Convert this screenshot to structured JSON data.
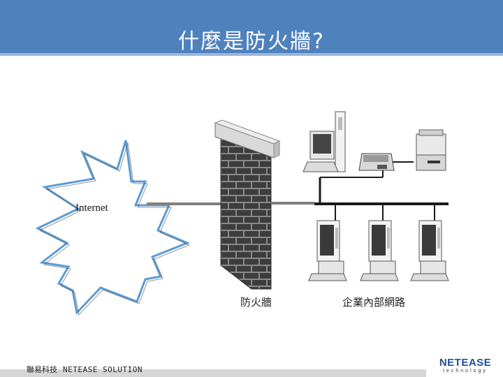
{
  "slide": {
    "title": "什麼是防火牆?"
  },
  "diagram": {
    "internet_label": "Internet",
    "firewall_label": "防火牆",
    "network_label": "企業內部網路"
  },
  "footer": {
    "company_zh": "聯易科技",
    "company_en": "NETEASE SOLUTION"
  },
  "logo": {
    "name": "NETEASE",
    "tagline": "technology"
  },
  "colors": {
    "header": "#4f81bd",
    "brick": "#3d3d3d",
    "mortar": "#8a8a8a",
    "burst_outline": "#5b9bd5",
    "network_line": "#1a1a1a"
  }
}
